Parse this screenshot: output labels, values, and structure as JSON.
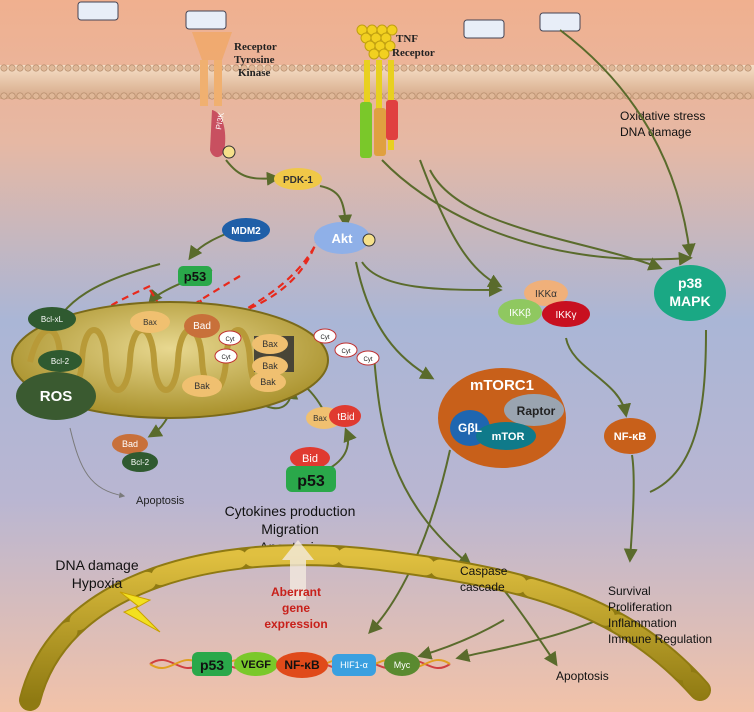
{
  "receptors": {
    "rtk": [
      "Receptor",
      "Tyrosine",
      "Kinase"
    ],
    "tnf": [
      "TNF",
      "Receptor"
    ]
  },
  "stress": [
    "Oxidative stress",
    "DNA damage"
  ],
  "nodes": {
    "pi3k": "PI3K",
    "pdk1": "PDK-1",
    "akt": "Akt",
    "mdm2": "MDM2",
    "p53_top": "p53",
    "ikka": "IKKα",
    "ikkb": "IKKβ",
    "ikky": "IKKγ",
    "p38": [
      "p38",
      "MAPK"
    ],
    "mtorc1": "mTORC1",
    "raptor": "Raptor",
    "gbl": "GβL",
    "mtor": "mTOR",
    "nfkb": "NF-κB",
    "bid": "Bid",
    "tbid": "tBid",
    "p53_mid": "p53"
  },
  "mito": {
    "bclxl": "Bcl-xL",
    "bcl2": "Bcl-2",
    "bax": "Bax",
    "bad": "Bad",
    "bak": "Bak",
    "cyt": "Cyt",
    "ros": "ROS"
  },
  "labels": {
    "apoptosis": "Apoptosis",
    "cytokines": [
      "Cytokines production",
      "Migration",
      "Apoptosis"
    ],
    "dna_hypoxia": [
      "DNA damage",
      "Hypoxia"
    ],
    "aberrant": [
      "Aberrant",
      "gene",
      "expression"
    ],
    "caspase": [
      "Caspase",
      "cascade"
    ],
    "outcomes": [
      "Survival",
      "Proliferation",
      "Inflammation",
      "Immune Regulation"
    ]
  },
  "genes": [
    "p53",
    "VEGF",
    "NF-κB",
    "HIF1-α",
    "Myc"
  ],
  "colors": {
    "arrow": "#5a6b2c",
    "inhibit": "#e8291c",
    "akt": "#8fb0e8",
    "mdm2": "#1f5fa8",
    "p53": "#2aa84a",
    "mtorc1": "#c8601a"
  }
}
